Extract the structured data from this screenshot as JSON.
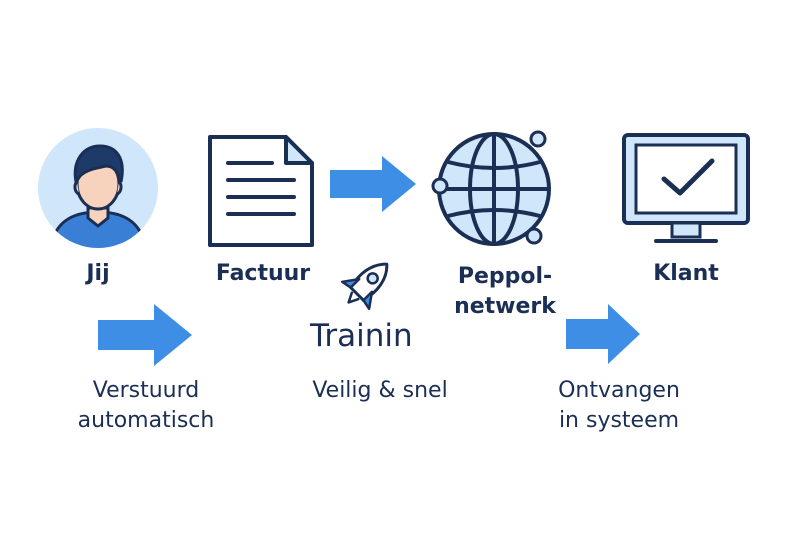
{
  "nodes": [
    {
      "id": "user",
      "label": "Jij",
      "icon": "user-avatar-icon"
    },
    {
      "id": "invoice",
      "label": "Factuur",
      "icon": "document-icon"
    },
    {
      "id": "network",
      "label_line1": "Peppol-",
      "label_line2": "netwerk",
      "icon": "globe-network-icon"
    },
    {
      "id": "client",
      "label": "Klant",
      "icon": "monitor-check-icon"
    }
  ],
  "captions": {
    "sent_line1": "Verstuurd",
    "sent_line2": "automatisch",
    "safe": "Veilig & snel",
    "received_line1": "Ontvangen",
    "received_line2": "in systeem"
  },
  "training_label": "Trainin",
  "colors": {
    "navy": "#1b2f55",
    "arrow_blue": "#3f8ee6",
    "light_blue": "#cfe6fb",
    "skin": "#f7d3bd",
    "shirt": "#3a7fd6"
  }
}
